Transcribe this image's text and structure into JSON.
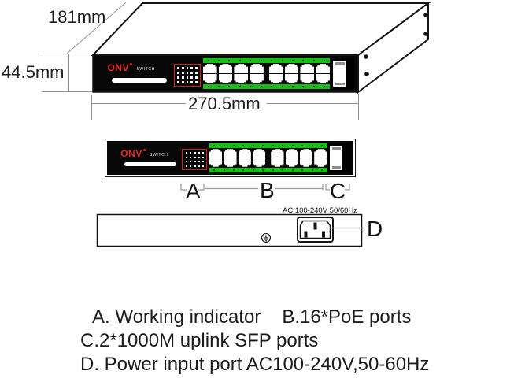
{
  "colors": {
    "panel_green": "#12c112",
    "logo_red": "#e8281e",
    "led_border_red": "#d02418",
    "chassis_ink": "#141414",
    "dim_line_gray": "#8f8f8f",
    "callout_line_gray": "#bdbdbd"
  },
  "dimensions": {
    "depth": "181mm",
    "height": "44.5mm",
    "width": "270.5mm"
  },
  "panel": {
    "brand": "ONV",
    "brand_sub": "SWITCH",
    "ports_per_row": 8,
    "port_rows": 2,
    "total_poe_ports": 16,
    "sfp_slots": 2,
    "led_rows": 4,
    "led_cols": 5,
    "strip_ticks": 12
  },
  "callouts": {
    "a": "A",
    "b": "B",
    "c": "C",
    "d": "D"
  },
  "rear": {
    "power_text": "AC 100-240V 50/60Hz"
  },
  "legend": {
    "line1a": "A. Working indicator",
    "line1b": "B.16*PoE ports",
    "line2": "C.2*1000M uplink SFP ports",
    "line3": "D. Power input port AC100-240V,50-60Hz"
  }
}
